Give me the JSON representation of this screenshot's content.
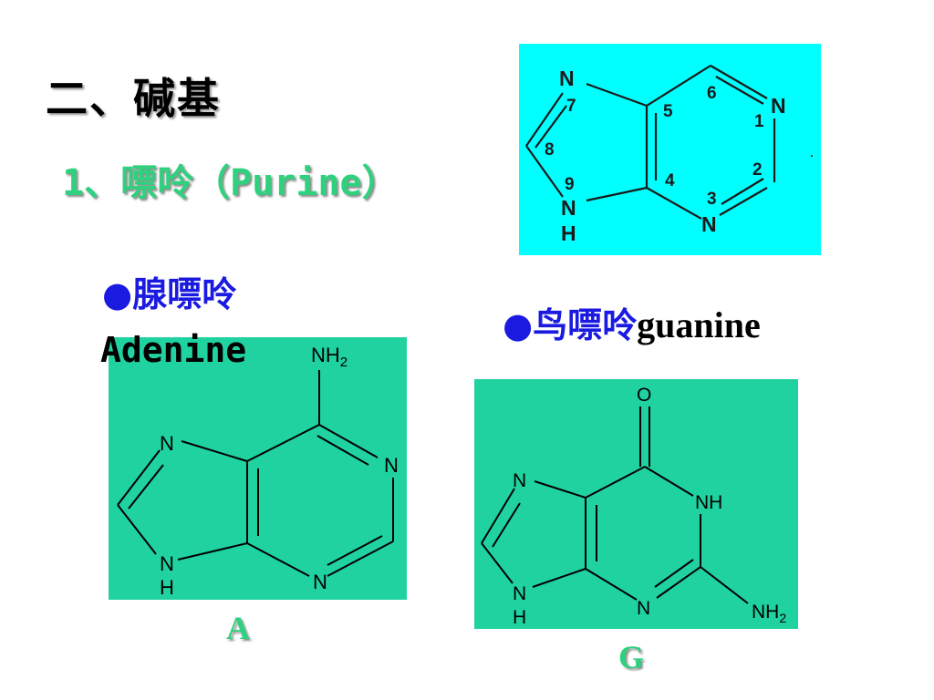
{
  "title": "二、碱基",
  "subtitle": "1、嘌呤（Purine）",
  "purine_diagram": {
    "atoms": {
      "n7": "N",
      "n1": "N",
      "n9": "N",
      "h9": "H",
      "n3": "N"
    },
    "numbers": [
      "1",
      "2",
      "3",
      "4",
      "5",
      "6",
      "7",
      "8",
      "9"
    ]
  },
  "adenine": {
    "bullet": "●腺嘌呤",
    "english": "Adenine",
    "atoms": {
      "nh2_main": "NH",
      "nh2_sub": "2",
      "n7": "N",
      "n1": "N",
      "n9": "N",
      "h9": "H",
      "n3": "N"
    },
    "letter": "A"
  },
  "guanine": {
    "bullet": "●鸟嘌呤",
    "english": "guanine",
    "atoms": {
      "o6": "O",
      "n7": "N",
      "nh1": "NH",
      "n9": "N",
      "h9": "H",
      "n3": "N",
      "nh2_main": "NH",
      "nh2_sub": "2"
    },
    "letter": "G"
  },
  "colors": {
    "purine_bg": "#00ffff",
    "structure_bg": "#20d2a0",
    "subtitle_green": "#2fd17e",
    "label_blue": "#1a1ae0"
  }
}
